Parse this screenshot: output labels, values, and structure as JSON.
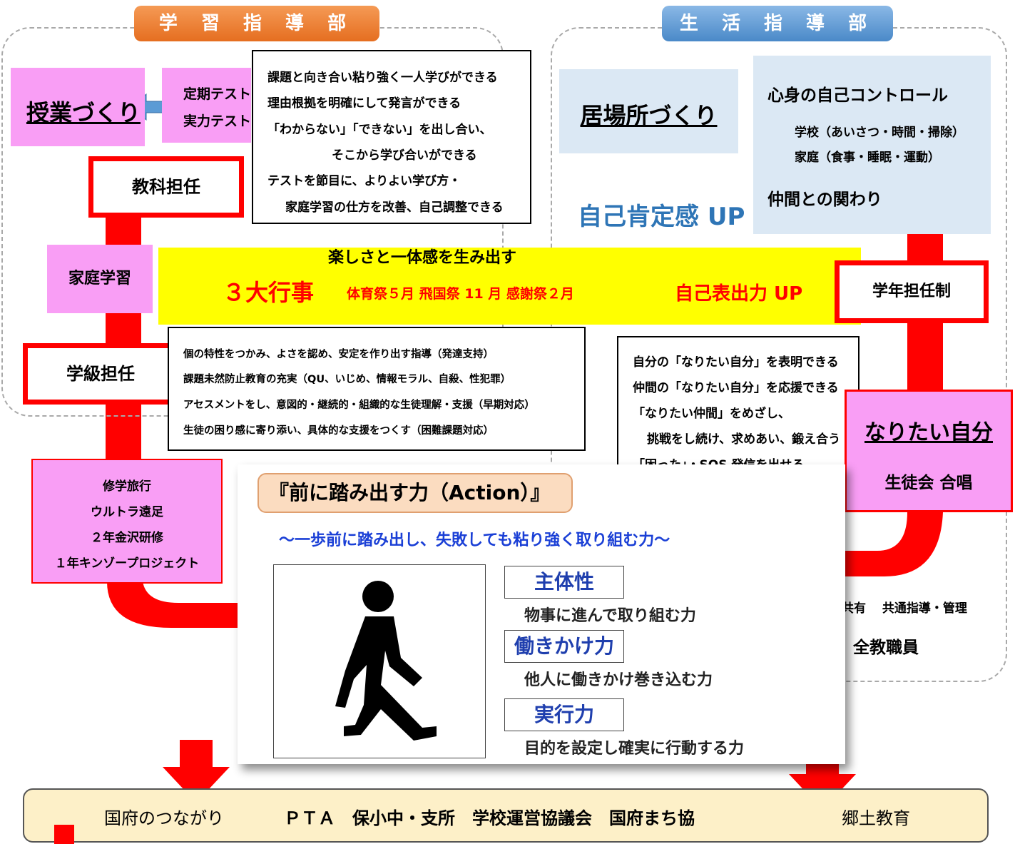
{
  "colors": {
    "red": "#ff0000",
    "pink": "#f99ef5",
    "yellow": "#ffff00",
    "lightblue": "#dbe8f4",
    "orange_header": "#ee7d2e",
    "blue_header": "#5b9bd5",
    "blue_text": "#2e75b6",
    "ability_blue": "#1f3fae",
    "bottom_bar": "#fdf0c8",
    "action_header": "#fbdcc0"
  },
  "left": {
    "header": "学 習 指 導 部",
    "lesson": "授業づくり",
    "tests": [
      "定期テスト",
      "実力テスト"
    ],
    "goals": [
      "課題と向き合い粘り強く一人学びができる",
      "理由根拠を明確にして発言ができる",
      "「わからない」「できない」を出し合い、",
      "そこから学び合いができる",
      "テストを節目に、よりよい学び方・",
      "家庭学習の仕方を改善、自己調整できる"
    ],
    "subject_teacher": "教科担任",
    "home_study": "家庭学習",
    "homeroom_teacher": "学級担任",
    "trips": [
      "修学旅行",
      "ウルトラ遠足",
      "２年金沢研修",
      "１年キンゾープロジェクト"
    ]
  },
  "center": {
    "enjoy": "楽しさと一体感を生み出す",
    "events_title": "３大行事",
    "events_list": "体育祭５月 飛国祭 11 月 感謝祭２月",
    "expression_up": "自己表出力 UP",
    "guidance": [
      "個の特性をつかみ、よさを認め、安定を作り出す指導（発達支持）",
      "課題未然防止教育の充実（QU、いじめ、情報モラル、自殺、性犯罪）",
      "アセスメントをし、意図的・継続的・組織的な生徒理解・支援（早期対応）",
      "生徒の困り感に寄り添い、具体的な支援をつくす（困難課題対応）"
    ]
  },
  "right": {
    "header": "生 活 指 導 部",
    "place": "居場所づくり",
    "control_title": "心身の自己コントロール",
    "school": "学校（あいさつ・時間・掃除）",
    "home": "家庭（食事・睡眠・運動）",
    "peers": "仲間との関わり",
    "self_esteem": "自己肯定感 UP",
    "grade_system": "学年担任制",
    "goals": [
      "自分の「なりたい自分」を表明できる",
      "仲間の「なりたい自分」を応援できる",
      "「なりたい仲間」をめざし、",
      "挑戦をし続け、求めあい、鍛え合う",
      "「困った」・SOS 発信を出せる"
    ],
    "ideal_self": "なりたい自分",
    "council": "生徒会 合唱",
    "sharing": "情報共有　 共通指導・管理",
    "all_staff": "全教職員"
  },
  "action": {
    "title": "『前に踏み出す力（Action）』",
    "subtitle": "～一歩前に踏み出し、失敗しても粘り強く取り組む力～",
    "abilities": [
      {
        "label": "主体性",
        "desc": "物事に進んで取り組む力"
      },
      {
        "label": "働きかけ力",
        "desc": "他人に働きかけ巻き込む力"
      },
      {
        "label": "実行力",
        "desc": "目的を設定し確実に行動する力"
      }
    ]
  },
  "bottom": {
    "connection": "国府のつながり",
    "orgs": "ＰＴＡ　保小中・支所　学校運営協議会　国府まち協",
    "local": "郷土教育"
  }
}
